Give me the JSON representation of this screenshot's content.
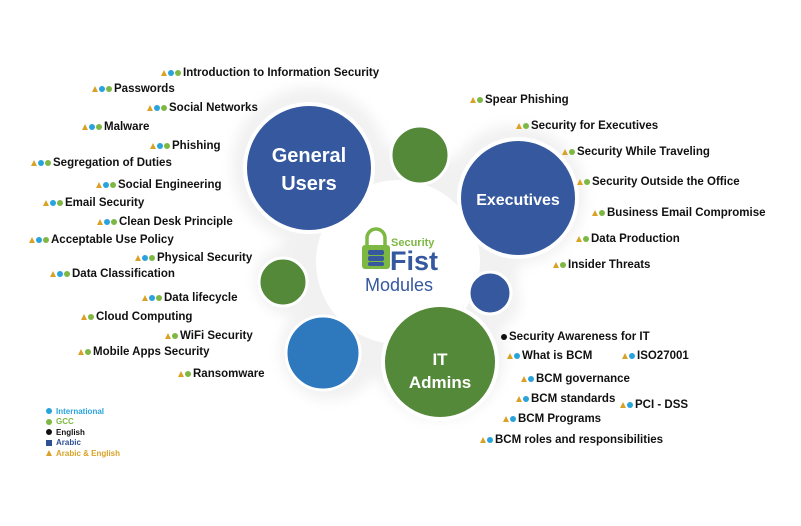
{
  "center": {
    "security": "Security",
    "fist": "Fist",
    "modules": "Modules"
  },
  "circles": {
    "general_users": {
      "line1": "General",
      "line2": "Users"
    },
    "executives": "Executives",
    "it_admins": {
      "line1": "IT",
      "line2": "Admins"
    }
  },
  "colors": {
    "navy": "#35589e",
    "green": "#55893a",
    "blue": "#2e78be",
    "gold": "#d9a227",
    "cyan": "#29a3dc",
    "lightgreen": "#7db843"
  },
  "general_items": [
    {
      "label": "Introduction to Information Security",
      "icons": [
        "tri",
        "blue",
        "green"
      ]
    },
    {
      "label": "Passwords",
      "icons": [
        "tri",
        "blue",
        "green"
      ]
    },
    {
      "label": "Social Networks",
      "icons": [
        "tri",
        "blue",
        "green"
      ]
    },
    {
      "label": "Malware",
      "icons": [
        "tri",
        "blue",
        "green"
      ]
    },
    {
      "label": "Phishing",
      "icons": [
        "tri",
        "blue",
        "green"
      ]
    },
    {
      "label": "Segregation of Duties",
      "icons": [
        "tri",
        "blue",
        "green"
      ]
    },
    {
      "label": "Social Engineering",
      "icons": [
        "tri",
        "blue",
        "green"
      ]
    },
    {
      "label": "Email Security",
      "icons": [
        "tri",
        "blue",
        "green"
      ]
    },
    {
      "label": "Clean Desk Principle",
      "icons": [
        "tri",
        "blue",
        "green"
      ]
    },
    {
      "label": "Acceptable Use Policy",
      "icons": [
        "tri",
        "blue",
        "green"
      ]
    },
    {
      "label": "Physical Security",
      "icons": [
        "tri",
        "blue",
        "green"
      ]
    },
    {
      "label": "Data Classification",
      "icons": [
        "tri",
        "blue",
        "green"
      ]
    },
    {
      "label": "Data lifecycle",
      "icons": [
        "tri",
        "blue",
        "green"
      ]
    },
    {
      "label": "Cloud Computing",
      "icons": [
        "tri",
        "green"
      ]
    },
    {
      "label": "WiFi Security",
      "icons": [
        "tri",
        "green"
      ]
    },
    {
      "label": "Mobile Apps Security",
      "icons": [
        "tri",
        "green"
      ]
    },
    {
      "label": "Ransomware",
      "icons": [
        "tri",
        "green"
      ]
    }
  ],
  "executive_items": [
    {
      "label": "Spear Phishing",
      "icons": [
        "tri",
        "green"
      ]
    },
    {
      "label": "Security for Executives",
      "icons": [
        "tri",
        "green"
      ]
    },
    {
      "label": "Security While Traveling",
      "icons": [
        "tri",
        "green"
      ]
    },
    {
      "label": "Security Outside the Office",
      "icons": [
        "tri",
        "green"
      ]
    },
    {
      "label": "Business Email Compromise",
      "icons": [
        "tri",
        "green"
      ]
    },
    {
      "label": "Data Production",
      "icons": [
        "tri",
        "green"
      ]
    },
    {
      "label": "Insider Threats",
      "icons": [
        "tri",
        "green"
      ]
    }
  ],
  "it_items": [
    {
      "label": "Security Awareness for IT",
      "icons": [
        "black"
      ]
    },
    {
      "label": "What is BCM",
      "icons": [
        "tri",
        "blue"
      ]
    },
    {
      "label": "ISO27001",
      "icons": [
        "tri",
        "blue"
      ]
    },
    {
      "label": "BCM governance",
      "icons": [
        "tri",
        "blue"
      ]
    },
    {
      "label": "BCM standards",
      "icons": [
        "tri",
        "blue"
      ]
    },
    {
      "label": "PCI - DSS",
      "icons": [
        "tri",
        "blue"
      ]
    },
    {
      "label": "BCM Programs",
      "icons": [
        "tri",
        "blue"
      ]
    },
    {
      "label": "BCM roles and responsibilities",
      "icons": [
        "tri",
        "blue"
      ]
    }
  ],
  "legend": [
    {
      "label": "International",
      "marker": "blue",
      "color": "#29a3dc"
    },
    {
      "label": "GCC",
      "marker": "green",
      "color": "#7db843"
    },
    {
      "label": "English",
      "marker": "black",
      "color": "#111111"
    },
    {
      "label": "Arabic",
      "marker": "square",
      "color": "#2e4f92"
    },
    {
      "label": "Arabic & English",
      "marker": "tri",
      "color": "#d9a227"
    }
  ]
}
